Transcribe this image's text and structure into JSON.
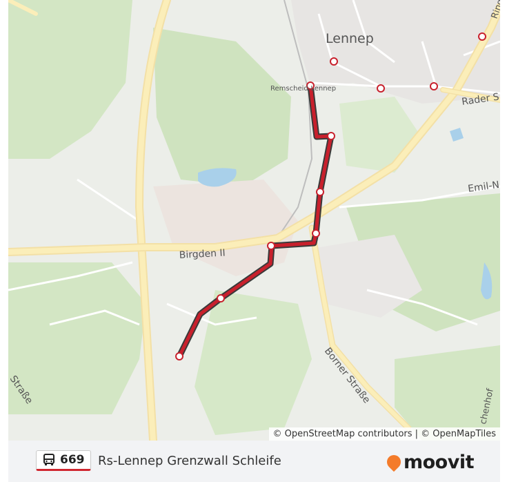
{
  "map": {
    "labels": {
      "city": "Lennep",
      "station": "Remscheid-Lennep",
      "rader": "Rader S",
      "emil": "Emil-N",
      "birgden": "Birgden II",
      "borner": "Borner Straße",
      "ring": "Ring",
      "strasse_left": "Straße",
      "chenhof": "chenhof"
    },
    "attribution": "© OpenStreetMap contributors | © OpenMapTiles",
    "route_color": "#c8202c",
    "stop_color": "#ffffff"
  },
  "route": {
    "number": "669",
    "name": "Rs-Lennep Grenzwall Schleife"
  },
  "brand": {
    "name": "moovit",
    "accent": "#f47b2a"
  }
}
